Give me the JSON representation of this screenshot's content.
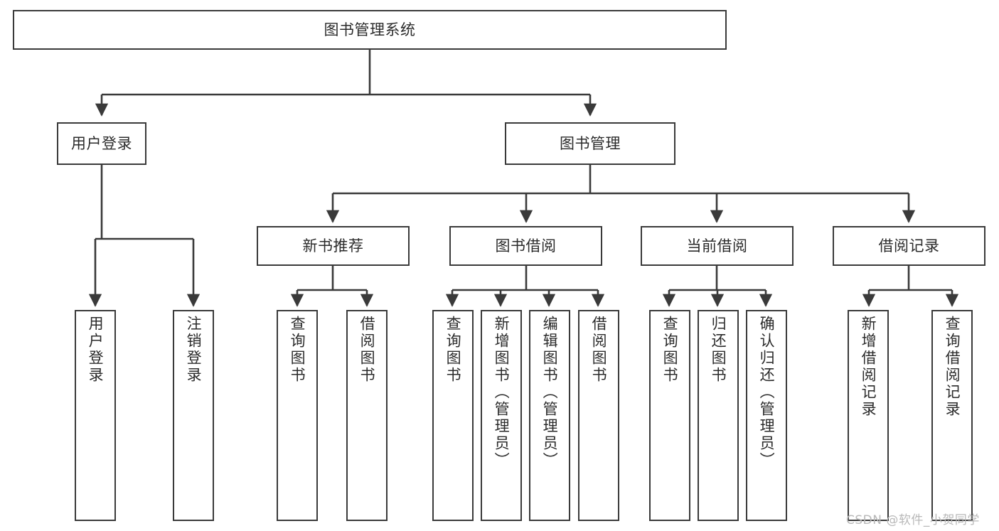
{
  "diagram": {
    "title": "图书管理系统",
    "type": "tree-hierarchy",
    "root": {
      "id": "root",
      "label": "图书管理系统"
    },
    "level2": [
      {
        "id": "user-login",
        "label": "用户登录"
      },
      {
        "id": "book-manage",
        "label": "图书管理"
      }
    ],
    "level3": [
      {
        "id": "new-book-rec",
        "label": "新书推荐"
      },
      {
        "id": "book-borrow",
        "label": "图书借阅"
      },
      {
        "id": "current-borrow",
        "label": "当前借阅"
      },
      {
        "id": "borrow-record",
        "label": "借阅记录"
      }
    ],
    "leaves": {
      "user_login": [
        {
          "id": "leaf-user-login",
          "label": "用户登录"
        },
        {
          "id": "leaf-logout",
          "label": "注销登录"
        }
      ],
      "new_book_rec": [
        {
          "id": "leaf-query-book-1",
          "label": "查询图书"
        },
        {
          "id": "leaf-borrow-book-1",
          "label": "借阅图书"
        }
      ],
      "book_borrow": [
        {
          "id": "leaf-query-book-2",
          "label": "查询图书"
        },
        {
          "id": "leaf-add-book",
          "label": "新增图书（管理员）"
        },
        {
          "id": "leaf-edit-book",
          "label": "编辑图书（管理员）"
        },
        {
          "id": "leaf-borrow-book-2",
          "label": "借阅图书"
        }
      ],
      "current_borrow": [
        {
          "id": "leaf-query-book-3",
          "label": "查询图书"
        },
        {
          "id": "leaf-return-book",
          "label": "归还图书"
        },
        {
          "id": "leaf-confirm-return",
          "label": "确认归还（管理员）"
        }
      ],
      "borrow_record": [
        {
          "id": "leaf-add-record",
          "label": "新增借阅记录"
        },
        {
          "id": "leaf-query-record",
          "label": "查询借阅记录"
        }
      ]
    }
  },
  "watermark": {
    "text": "CSDN @软件_小贺同学"
  },
  "colors": {
    "stroke": "#3a3a3a",
    "text": "#2b2b2b",
    "background": "#ffffff",
    "watermark": "#b8b8b8"
  }
}
